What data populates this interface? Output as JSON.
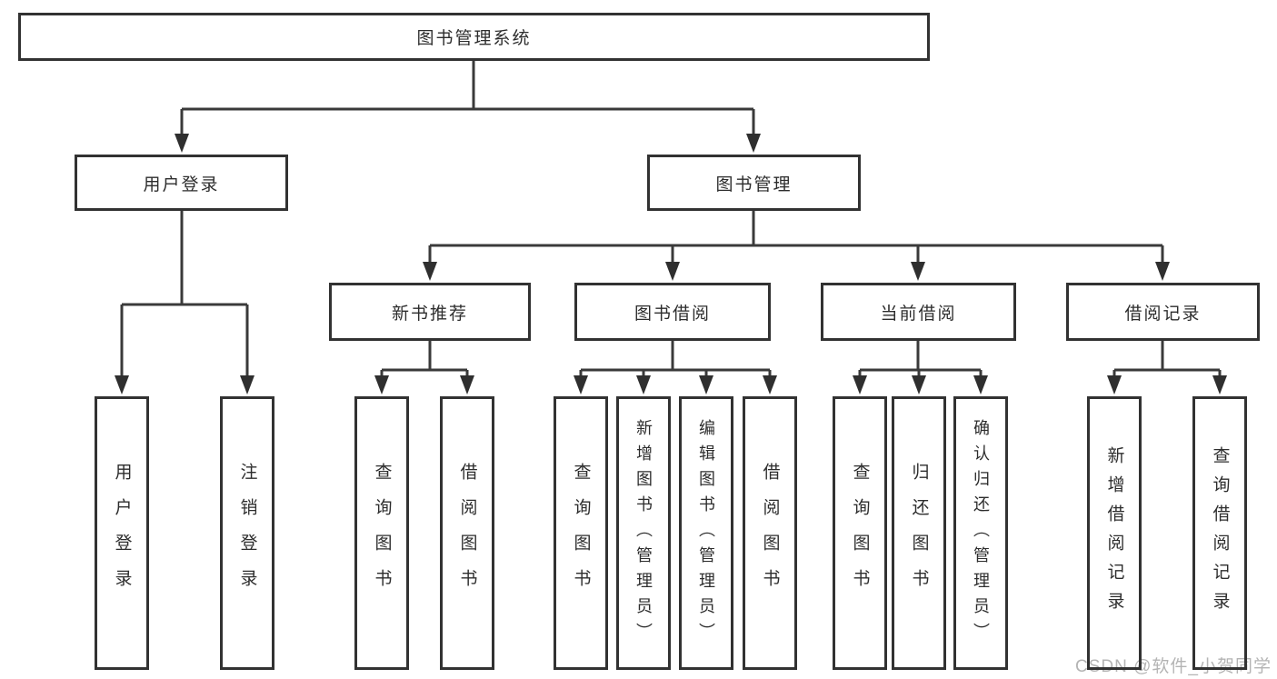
{
  "diagram_title": "图书管理系统",
  "colors": {
    "line": "#3a3a3a",
    "box_border": "#323232",
    "text": "#2d2d2d",
    "background": "#ffffff",
    "watermark": "#b4b4b4"
  },
  "nodes": {
    "root": {
      "label": "图书管理系统"
    },
    "user_login": {
      "label": "用户登录"
    },
    "book_mgmt": {
      "label": "图书管理"
    },
    "new_book": {
      "label": "新书推荐"
    },
    "book_borrow": {
      "label": "图书借阅"
    },
    "current_borrow": {
      "label": "当前借阅"
    },
    "borrow_record": {
      "label": "借阅记录"
    },
    "leaf_user_login": {
      "label": "用户登录"
    },
    "leaf_logout": {
      "label": "注销登录"
    },
    "leaf_nb_query": {
      "label": "查询图书"
    },
    "leaf_nb_borrow": {
      "label": "借阅图书"
    },
    "leaf_bb_query": {
      "label": "查询图书"
    },
    "leaf_bb_add": {
      "label": "新增图书（管理员）"
    },
    "leaf_bb_edit": {
      "label": "编辑图书（管理员）"
    },
    "leaf_bb_borrow": {
      "label": "借阅图书"
    },
    "leaf_cb_query": {
      "label": "查询图书"
    },
    "leaf_cb_return": {
      "label": "归还图书"
    },
    "leaf_cb_confirm": {
      "label": "确认归还（管理员）"
    },
    "leaf_br_add": {
      "label": "新增借阅记录"
    },
    "leaf_br_query": {
      "label": "查询借阅记录"
    }
  },
  "edges": [
    {
      "from": "图书管理系统",
      "to": [
        "用户登录",
        "图书管理"
      ]
    },
    {
      "from": "用户登录",
      "to": [
        "用户登录",
        "注销登录"
      ]
    },
    {
      "from": "图书管理",
      "to": [
        "新书推荐",
        "图书借阅",
        "当前借阅",
        "借阅记录"
      ]
    },
    {
      "from": "新书推荐",
      "to": [
        "查询图书",
        "借阅图书"
      ]
    },
    {
      "from": "图书借阅",
      "to": [
        "查询图书",
        "新增图书（管理员）",
        "编辑图书（管理员）",
        "借阅图书"
      ]
    },
    {
      "from": "当前借阅",
      "to": [
        "查询图书",
        "归还图书",
        "确认归还（管理员）"
      ]
    },
    {
      "from": "借阅记录",
      "to": [
        "新增借阅记录",
        "查询借阅记录"
      ]
    }
  ],
  "watermark": {
    "text": "CSDN @软件_小贺同学"
  }
}
